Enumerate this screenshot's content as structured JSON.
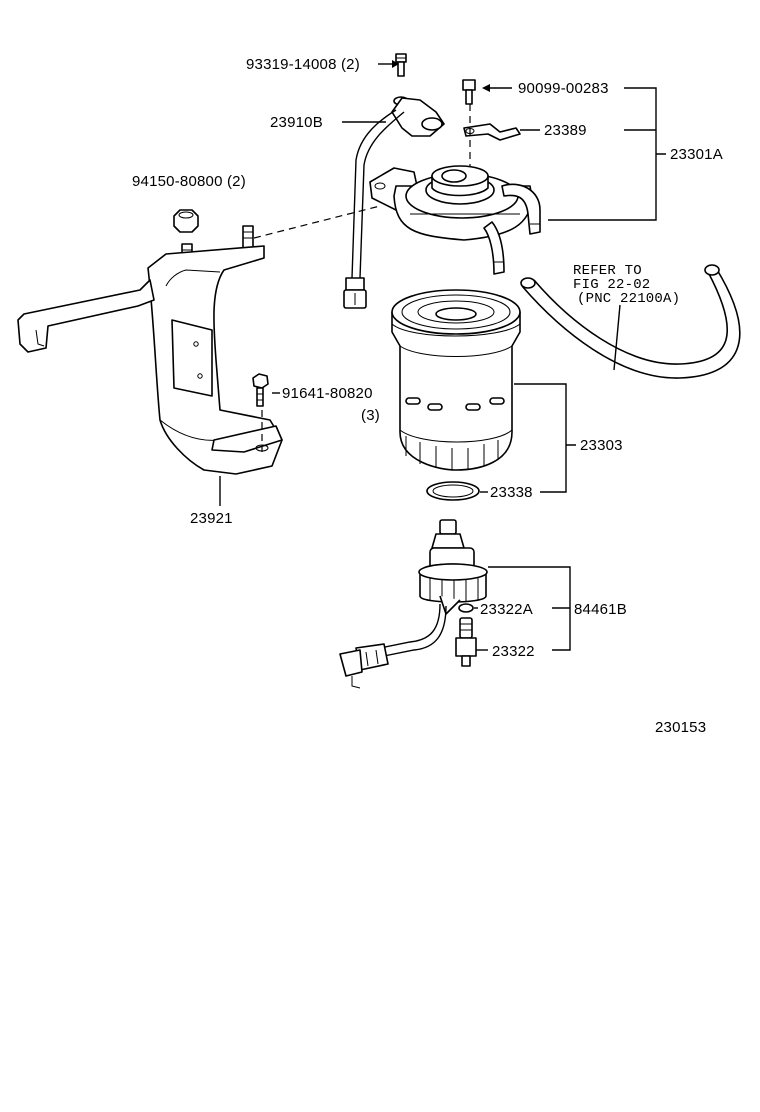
{
  "labels": {
    "p93319": "93319-14008 (2)",
    "p90099": "90099-00283",
    "p23910B": "23910B",
    "p23389": "23389",
    "p23301A": "23301A",
    "p94150": "94150-80800 (2)",
    "refer_line1": "REFER TO",
    "refer_line2": "FIG 22-02",
    "refer_line3": "(PNC 22100A)",
    "p91641": "91641-80820",
    "p91641_qty": "(3)",
    "p23303": "23303",
    "p23338": "23338",
    "p23921": "23921",
    "p23322A": "23322A",
    "p84461B": "84461B",
    "p23322": "23322",
    "figure_number": "230153"
  }
}
